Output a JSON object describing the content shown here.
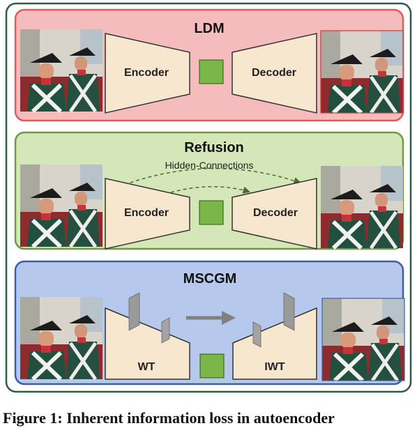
{
  "panels": [
    {
      "id": "ldm",
      "title": "LDM",
      "encoder_label": "Encoder",
      "decoder_label": "Decoder",
      "fill": "#f4bcbc",
      "border": "#e05b5b"
    },
    {
      "id": "refusion",
      "title": "Refusion",
      "encoder_label": "Encoder",
      "decoder_label": "Decoder",
      "connection_label": "Hidden-Connections",
      "fill": "#d5e6b8",
      "border": "#6f9a45"
    },
    {
      "id": "mscgm",
      "title": "MSCGM",
      "encoder_label": "WT",
      "decoder_label": "IWT",
      "fill": "#b6c9ec",
      "border": "#3c5ea8"
    }
  ],
  "colors": {
    "outer_border": "#2f5a48",
    "block_fill": "#f8e7cf",
    "latent_fill": "#7ab648",
    "latent_border": "#3f6e23",
    "arrow": "#808080",
    "dashed_arrow": "#4b6a2f"
  },
  "caption": "Figure 1: Inherent information loss in autoencoder"
}
